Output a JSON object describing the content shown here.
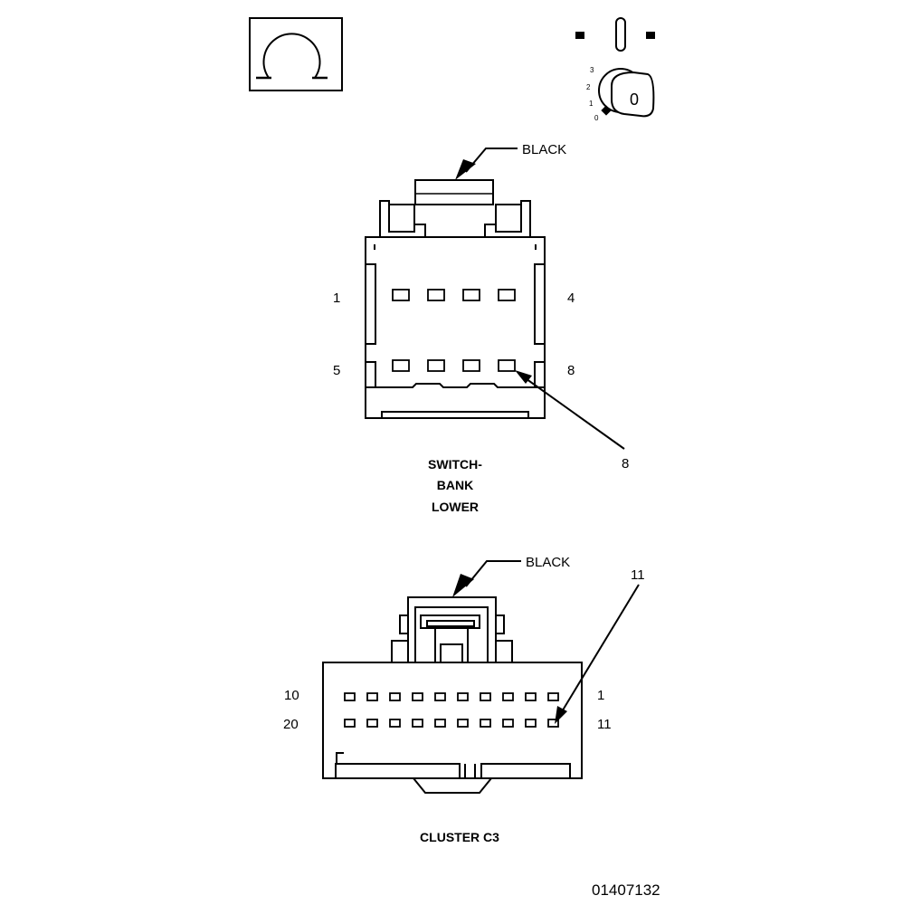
{
  "symbols": {
    "ohm_symbol": "Ω",
    "ignition": {
      "positions": [
        "3",
        "2",
        "1",
        "0"
      ],
      "key_label": "0"
    }
  },
  "connector_upper": {
    "color_callout": "BLACK",
    "pin_top_left": "1",
    "pin_top_right": "4",
    "pin_bottom_left": "5",
    "pin_bottom_right": "8",
    "callout_pin": "8",
    "name_lines": [
      "SWITCH-",
      "BANK",
      "LOWER"
    ]
  },
  "connector_lower": {
    "color_callout": "BLACK",
    "callout_pin": "11",
    "pin_top_left": "10",
    "pin_top_right": "1",
    "pin_bottom_left": "20",
    "pin_bottom_right": "11",
    "name": "CLUSTER C3"
  },
  "figure_id": "01407132"
}
